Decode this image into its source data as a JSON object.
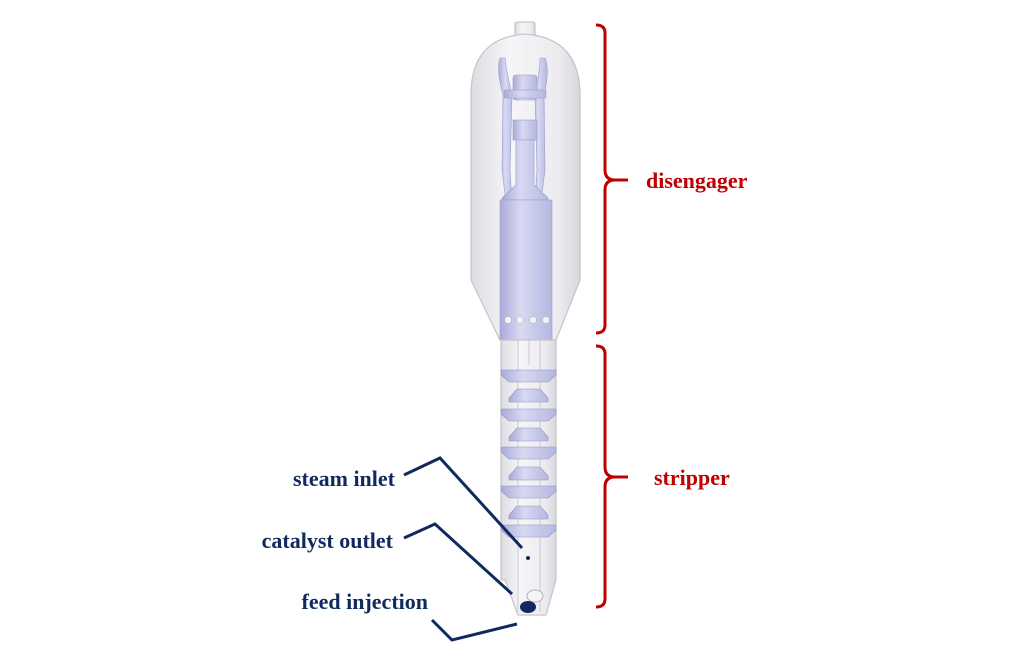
{
  "labels": {
    "disengager": "disengager",
    "stripper": "stripper",
    "steam_inlet": "steam inlet",
    "catalyst_outlet": "catalyst outlet",
    "feed_injection": "feed injection"
  },
  "colors": {
    "section_bracket": "#c00000",
    "callout": "#112a5e",
    "vessel_fill": "#eeeef3",
    "internal_fill": "#c9cbed"
  }
}
